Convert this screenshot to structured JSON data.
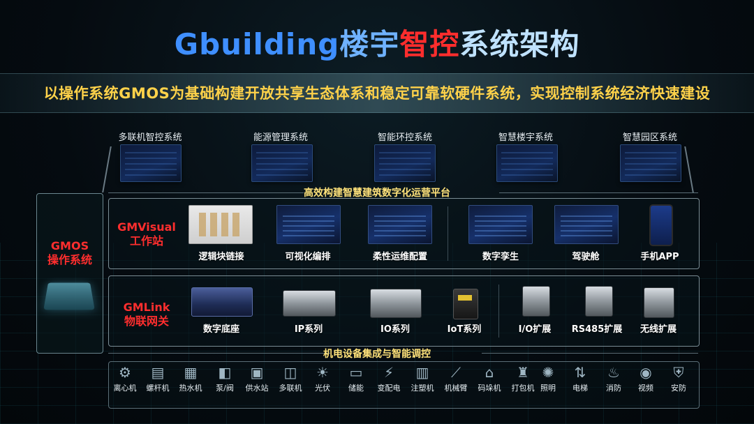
{
  "title": {
    "p1": "Gbuilding",
    "p2": "楼宇",
    "p3": "智控",
    "p4": "系统架构"
  },
  "subtitle": "以操作系统GMOS为基础构建开放共享生态体系和稳定可靠软硬件系统，实现控制系统经济快速建设",
  "top_systems": [
    {
      "label": "多联机智控系统"
    },
    {
      "label": "能源管理系统"
    },
    {
      "label": "智能环控系统"
    },
    {
      "label": "智慧楼宇系统"
    },
    {
      "label": "智慧园区系统"
    }
  ],
  "platform_banner": "高效构建智慧建筑数字化运营平台",
  "gmos": {
    "line1": "GMOS",
    "line2": "操作系统"
  },
  "gmvisual": {
    "line1": "GMVisual",
    "line2": "工作站",
    "items": [
      {
        "label": "逻辑块链接"
      },
      {
        "label": "可视化编排"
      },
      {
        "label": "柔性运维配置"
      },
      {
        "label": "数字孪生"
      },
      {
        "label": "驾驶舱"
      },
      {
        "label": "手机APP"
      }
    ]
  },
  "gmlink": {
    "line1": "GMLink",
    "line2": "物联网关",
    "items": [
      {
        "label": "数字底座"
      },
      {
        "label": "IP系列"
      },
      {
        "label": "IO系列"
      },
      {
        "label": "IoT系列"
      },
      {
        "label": "I/O扩展"
      },
      {
        "label": "RS485扩展"
      },
      {
        "label": "无线扩展"
      }
    ]
  },
  "devices_banner": "机电设备集成与智能调控",
  "devices": [
    {
      "label": "离心机",
      "icon": "centrifuge-icon"
    },
    {
      "label": "螺杆机",
      "icon": "screw-chiller-icon"
    },
    {
      "label": "热水机",
      "icon": "water-heater-icon"
    },
    {
      "label": "泵/阀",
      "icon": "pump-valve-icon"
    },
    {
      "label": "供水站",
      "icon": "water-station-icon"
    },
    {
      "label": "多联机",
      "icon": "vrf-icon"
    },
    {
      "label": "光伏",
      "icon": "solar-icon"
    },
    {
      "label": "储能",
      "icon": "battery-icon"
    },
    {
      "label": "变配电",
      "icon": "power-distribution-icon"
    },
    {
      "label": "注塑机",
      "icon": "injection-machine-icon"
    },
    {
      "label": "机械臂",
      "icon": "robot-arm-icon"
    },
    {
      "label": "码垛机",
      "icon": "palletizer-icon"
    },
    {
      "label": "打包机",
      "icon": "packer-icon"
    },
    {
      "label": "照明",
      "icon": "lighting-icon"
    },
    {
      "label": "电梯",
      "icon": "elevator-icon"
    },
    {
      "label": "消防",
      "icon": "fire-extinguisher-icon"
    },
    {
      "label": "视频",
      "icon": "camera-icon"
    },
    {
      "label": "安防",
      "icon": "shield-icon"
    }
  ],
  "colors": {
    "accent_red": "#ff2e2e",
    "accent_yellow": "#ffd24a",
    "title_blue": "#3f8fff"
  }
}
